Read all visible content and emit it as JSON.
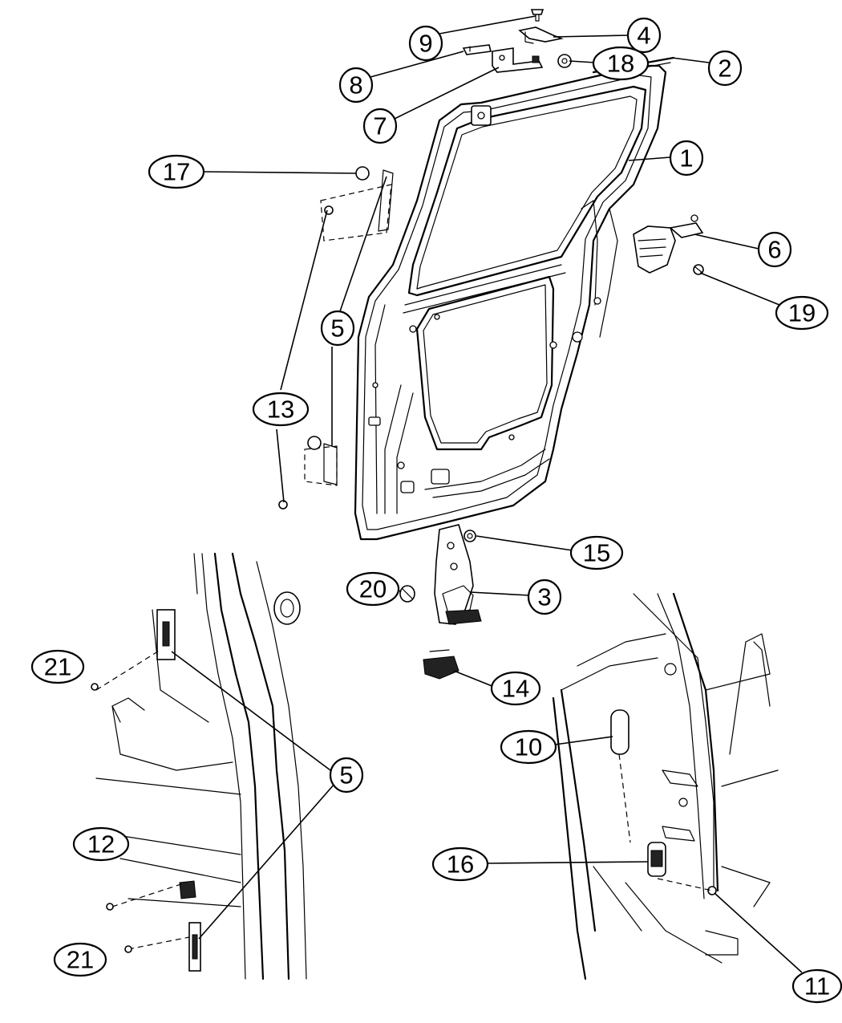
{
  "callouts": [
    {
      "id": "c1",
      "label": "1"
    },
    {
      "id": "c2",
      "label": "2"
    },
    {
      "id": "c3",
      "label": "3"
    },
    {
      "id": "c4",
      "label": "4"
    },
    {
      "id": "c5a",
      "label": "5"
    },
    {
      "id": "c5b",
      "label": "5"
    },
    {
      "id": "c6",
      "label": "6"
    },
    {
      "id": "c7",
      "label": "7"
    },
    {
      "id": "c8",
      "label": "8"
    },
    {
      "id": "c9",
      "label": "9"
    },
    {
      "id": "c10",
      "label": "10"
    },
    {
      "id": "c11",
      "label": "11"
    },
    {
      "id": "c12",
      "label": "12"
    },
    {
      "id": "c13",
      "label": "13"
    },
    {
      "id": "c14",
      "label": "14"
    },
    {
      "id": "c15",
      "label": "15"
    },
    {
      "id": "c16",
      "label": "16"
    },
    {
      "id": "c17",
      "label": "17"
    },
    {
      "id": "c18",
      "label": "18"
    },
    {
      "id": "c19",
      "label": "19"
    },
    {
      "id": "c20",
      "label": "20"
    },
    {
      "id": "c21a",
      "label": "21"
    },
    {
      "id": "c21b",
      "label": "21"
    }
  ]
}
